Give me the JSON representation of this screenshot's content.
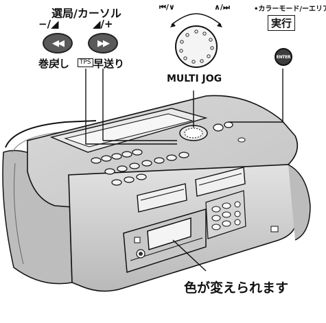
{
  "labels": {
    "channel_cursor": "選局/カーソル",
    "minus": "−/",
    "plus": "/+",
    "rewind": "巻戻し",
    "tps": "TPS",
    "fast_forward": "早送り",
    "jog_left": "/∨",
    "jog_right": "∧/",
    "color_mode": "•カラーモード/ーエリア",
    "execute": "実行",
    "enter": "ENTER",
    "multi_jog": "MULTI JOG",
    "caption": "色が変えられます"
  },
  "icons": {
    "rewind": "rewind-icon",
    "fast_forward": "fast-forward-icon",
    "skip_back": "skip-back-icon",
    "skip_forward": "skip-forward-icon"
  },
  "colors": {
    "button": "#5a5a5a",
    "body": "#cfcfcf",
    "outline": "#111111"
  }
}
